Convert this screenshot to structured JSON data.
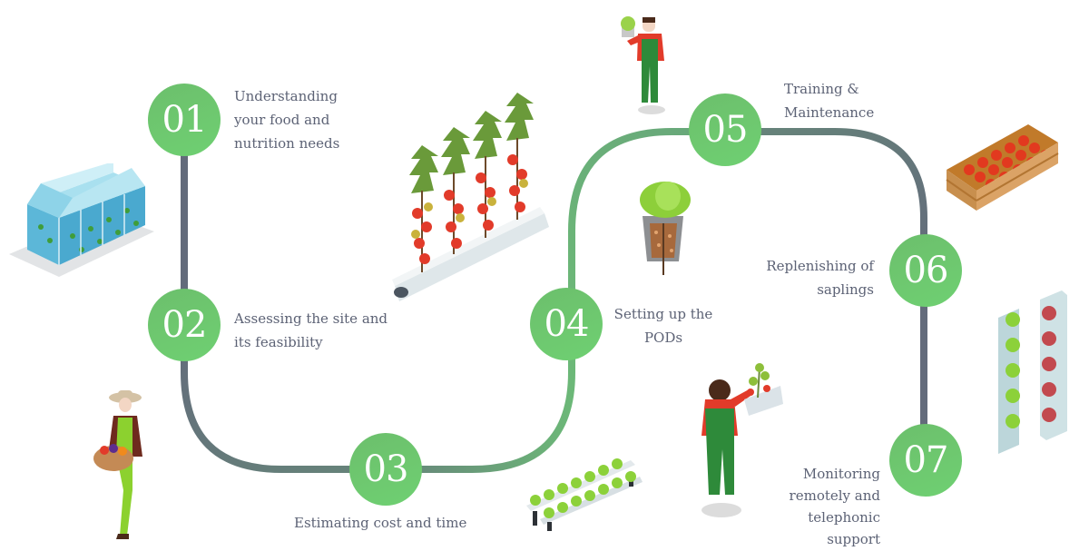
{
  "diagram": {
    "type": "process-path",
    "colors": {
      "circle_fill": "#6fcd70",
      "circle_text": "#ffffff",
      "label_text": "#5c6275",
      "path_gray": "#636b7b",
      "path_green": "#6cb878"
    },
    "steps": [
      {
        "number": "01",
        "label": "Understanding\nyour food and\nnutrition needs"
      },
      {
        "number": "02",
        "label": "Assessing the site and\nits feasibility"
      },
      {
        "number": "03",
        "label": "Estimating cost and time"
      },
      {
        "number": "04",
        "label": "Setting up the\nPODs"
      },
      {
        "number": "05",
        "label": "Training &\nMaintenance"
      },
      {
        "number": "06",
        "label": "Replenishing of\nsaplings"
      },
      {
        "number": "07",
        "label": "Monitoring\nremotely and\ntelephonic\nsupport"
      }
    ],
    "illustrations": [
      "greenhouse-illustration",
      "tomato-plants-illustration",
      "farmer-with-basket-illustration",
      "hydroponic-lettuce-rack-illustration",
      "lettuce-pot-illustration",
      "gardener-holding-plant-illustration",
      "gardener-tending-tomato-illustration",
      "tomato-crate-illustration",
      "vertical-garden-towers-illustration"
    ]
  }
}
